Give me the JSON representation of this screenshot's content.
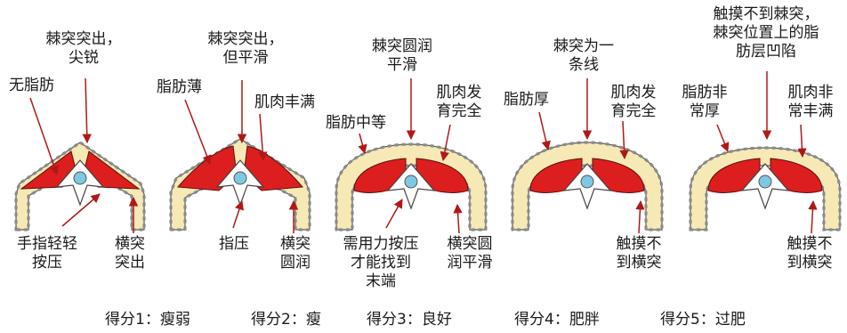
{
  "panels": [
    {
      "score": "得分1：瘦弱",
      "labels": {
        "spine": [
          "棘突突出，",
          "尖锐"
        ],
        "fat": [
          "无脂肪"
        ],
        "press": [
          "手指轻轻",
          "按压"
        ],
        "transverse": [
          "横突",
          "突出"
        ]
      }
    },
    {
      "score": "得分2：瘦",
      "labels": {
        "spine": [
          "棘突突出，",
          "但平滑"
        ],
        "fat": [
          "脂肪薄"
        ],
        "muscle": [
          "肌肉丰满"
        ],
        "press": [
          "指压"
        ],
        "transverse": [
          "横突",
          "圆润"
        ]
      }
    },
    {
      "score": "得分3：良好",
      "labels": {
        "spine": [
          "棘突圆润",
          "平滑"
        ],
        "fat": [
          "脂肪中等"
        ],
        "muscle": [
          "肌肉发",
          "育完全"
        ],
        "press": [
          "需用力按压",
          "才能找到",
          "末端"
        ],
        "transverse": [
          "横突圆",
          "润平滑"
        ]
      }
    },
    {
      "score": "得分4：肥胖",
      "labels": {
        "spine": [
          "棘突为一",
          "条线"
        ],
        "fat": [
          "脂肪厚"
        ],
        "muscle": [
          "肌肉发",
          "育完全"
        ],
        "transverse": [
          "触摸不",
          "到横突"
        ]
      }
    },
    {
      "score": "得分5：过肥",
      "labels": {
        "spine": [
          "触摸不到棘突，",
          "棘突位置上的脂",
          "肪层凹陷"
        ],
        "fat": [
          "脂肪非",
          "常厚"
        ],
        "muscle": [
          "肌肉非",
          "常丰满"
        ],
        "transverse": [
          "触摸不",
          "到横突"
        ]
      }
    }
  ],
  "colors": {
    "muscle": "#dd1e1e",
    "fat": "#f6e9b5",
    "bone": "#ffffff",
    "cord": "#7ec8e3",
    "arrow": "#b01818",
    "text": "#1a1a1a"
  }
}
